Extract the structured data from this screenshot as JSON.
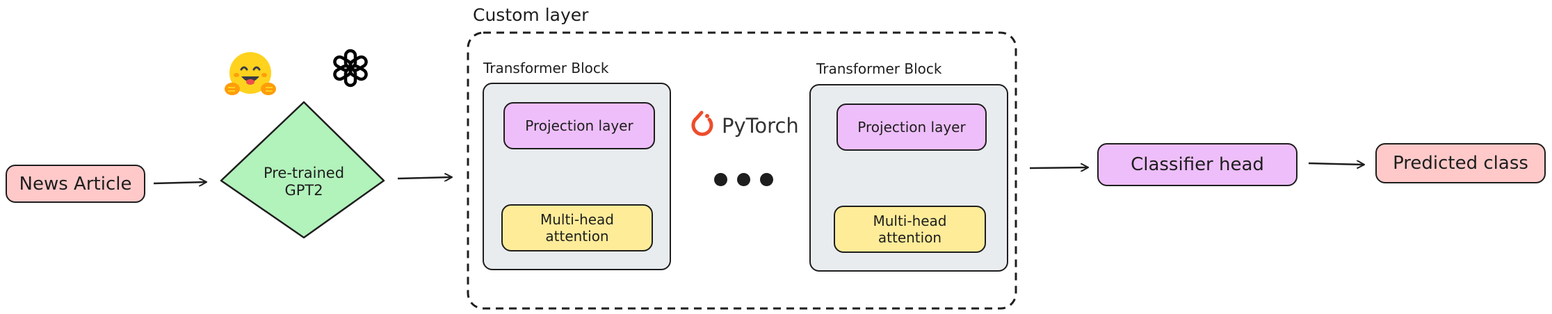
{
  "diagram": {
    "input": "News Article",
    "model": {
      "line1": "Pre-trained",
      "line2": "GPT2"
    },
    "custom_layer_title": "Custom layer",
    "blocks": [
      {
        "title": "Transformer Block",
        "projection": "Projection layer",
        "attention_line1": "Multi-head",
        "attention_line2": "attention"
      },
      {
        "title": "Transformer Block",
        "projection": "Projection layer",
        "attention_line1": "Multi-head",
        "attention_line2": "attention"
      }
    ],
    "framework_label": "PyTorch",
    "head": "Classifier head",
    "output": "Predicted class"
  },
  "colors": {
    "input_output": "#ffc9c9",
    "model": "#b2f2bb",
    "projection_head": "#eebefa",
    "attention": "#ffec99",
    "block_background": "#e9ecef",
    "pytorch": "#ee4c2c",
    "huggingface": "#ffd21e"
  },
  "icons": [
    "huggingface-icon",
    "openai-icon",
    "pytorch-icon",
    "ellipsis-icon"
  ]
}
